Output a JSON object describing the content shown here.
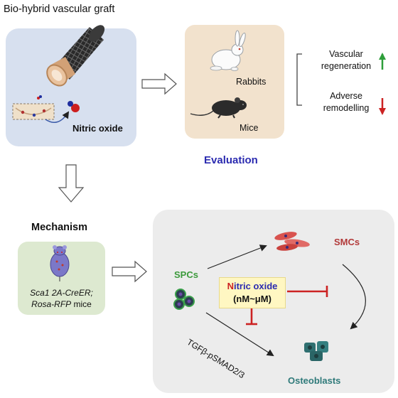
{
  "title": "Bio-hybrid vascular graft",
  "graft_panel": {
    "label": "Nitric oxide"
  },
  "evaluation": {
    "heading": "Evaluation",
    "animal_1": "Rabbits",
    "animal_2": "Mice",
    "outcome_1_line1": "Vascular",
    "outcome_1_line2": "regeneration",
    "outcome_2_line1": "Adverse",
    "outcome_2_line2": "remodelling"
  },
  "mechanism": {
    "heading": "Mechanism",
    "mouse_line1_italic": "Sca1 2A-CreER;",
    "mouse_line2_italic": "Rosa-RFP",
    "mouse_line2_plain": " mice"
  },
  "pathway": {
    "source_cells": "SPCs",
    "target_1": "SMCs",
    "target_2": "Osteoblasts",
    "nitric_first_letter": "N",
    "nitric_rest": "itric oxide",
    "nitric_range": "(nM~μM)",
    "signal_label": "TGFβ-pSMAD2/3"
  },
  "colors": {
    "graft_panel_bg": "#d7e0ef",
    "evaluation_panel_bg": "#f2e2cd",
    "mechanism_panel_bg": "#dde9d0",
    "pathway_panel_bg": "#ececec",
    "evaluation_heading": "#2b2bb0",
    "up_arrow": "#2e9e3a",
    "down_arrow": "#cc2222",
    "inhibition": "#cc2222",
    "spcs_text": "#3c9a3c",
    "smcs_text": "#b23a3a",
    "osteoblasts_text": "#2f7a7a",
    "nitric_box_bg": "#fff7c2"
  }
}
